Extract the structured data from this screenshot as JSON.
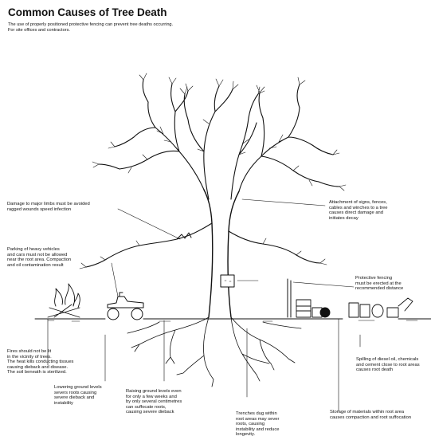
{
  "title": "Common Causes of Tree Death",
  "subtitle": [
    "The use of properly positioned protective fencing can prevent tree deaths occurring.",
    "For site offices and contractors."
  ],
  "labels": {
    "damage_limbs": "Damage to major limbs must be avoided\nragged wounds speed infection",
    "attachment": "Attachment of signs, fences,\ncables and winches to a tree\ncauses direct damage and\ninitiates decay",
    "parking": "Parking of heavy vehicles\nand cars must not be allowed\nnear the root area. Compaction\nand oil contamination result",
    "fencing": "Protective fencing\nmust be erected at the\nrecommended distance",
    "fires": "Fires should not be lit\nin the vicinity of trees.\nThe heat kills conducting tissues\ncausing dieback and disease.\nThe soil beneath is sterilized.",
    "diesel": "Spilling of diesel oil, chemicals\nand cement close to root areas\ncauses root death",
    "lowering": "Lowering ground levels\nsevers roots causing\nsevere dieback and\ninstability",
    "raising": "Raising ground levels even\nfor only a few weeks and\nby only several centimetres\ncan suffocate roots,\ncausing severe dieback",
    "trenches": "Trenches dug within\nroot areas may sever\nroots, causing\ninstability and reduce\nlongevity.",
    "storage": "Storage of materials within root area\ncauses compaction and root suffocation"
  }
}
